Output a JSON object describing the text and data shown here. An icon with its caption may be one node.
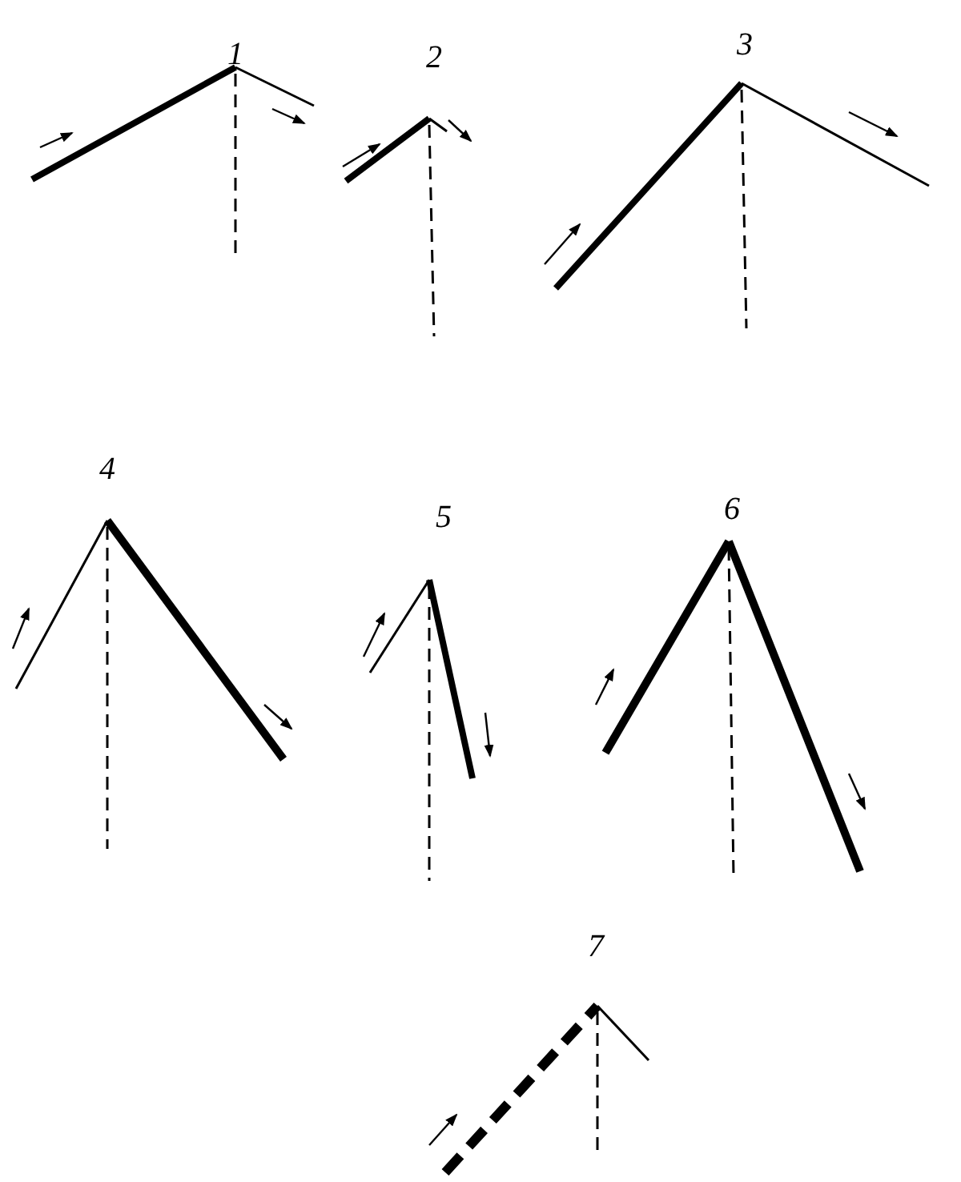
{
  "diagram": {
    "labels": [
      "1",
      "2",
      "3",
      "4",
      "5",
      "6",
      "7"
    ]
  }
}
